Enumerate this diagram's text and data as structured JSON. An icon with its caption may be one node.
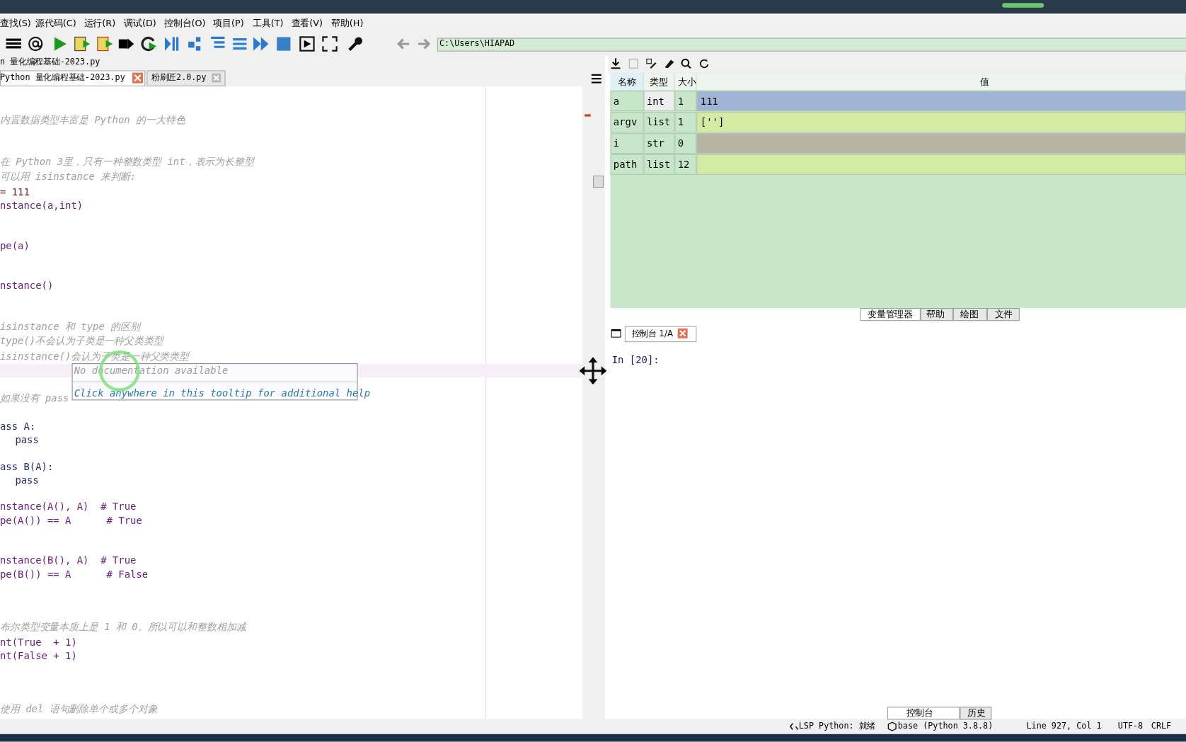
{
  "diagram": {
    "labels": [
      "查找(S)",
      "源代码(C)",
      "运行(R)",
      "调试(D)",
      "控制台(O)",
      "项目(P)",
      "工具(T)",
      "查看(V)",
      "帮助(H)",
      "C:\\Users\\HIAPAD",
      "n 量化编程基础-2023.py",
      "Python 量化编程基础-2023.py",
      "粉刷匠2.0.py",
      "内置数据类型丰富是 Python 的一大特色",
      "在 Python 3里，只有一种整数类型 int，表示为长整型",
      "可以用 isinstance 来判断:",
      "= 111",
      "nstance(a,int)",
      "pe(a)",
      "nstance()",
      "isinstance 和 type 的区别",
      "type()不会认为子类是一种父类类型",
      "isinstance()会认为子类是一种父类类型",
      "如果没有 pass",
      "ass A:",
      "pass",
      "ass B(A):",
      "pass",
      "nstance(A(), A)  # True",
      "pe(A()) == A      # True",
      "nstance(B(), A)  # True",
      "pe(B()) == A      # False",
      "布尔类型变量本质上是 1 和 0。所以可以和整数相加减",
      "nt(True  + 1)",
      "nt(False + 1)",
      "使用 del 语句删除单个或多个对象",
      "No documentation available",
      "Click anywhere in this tooltip for additional help",
      "名称",
      "类型",
      "大小",
      "值",
      "a",
      "int",
      "1",
      "111",
      "argv",
      "list",
      "1",
      "['']",
      "i",
      "str",
      "0",
      "path",
      "list",
      "12",
      "变量管理器",
      "帮助",
      "绘图",
      "文件",
      "控制台 1/A",
      "In [20]:",
      "控制台",
      "历史",
      "LSP Python: 就绪",
      "base (Python 3.8.8)",
      "Line 927, Col 1",
      "UTF-8",
      "CRLF"
    ]
  }
}
